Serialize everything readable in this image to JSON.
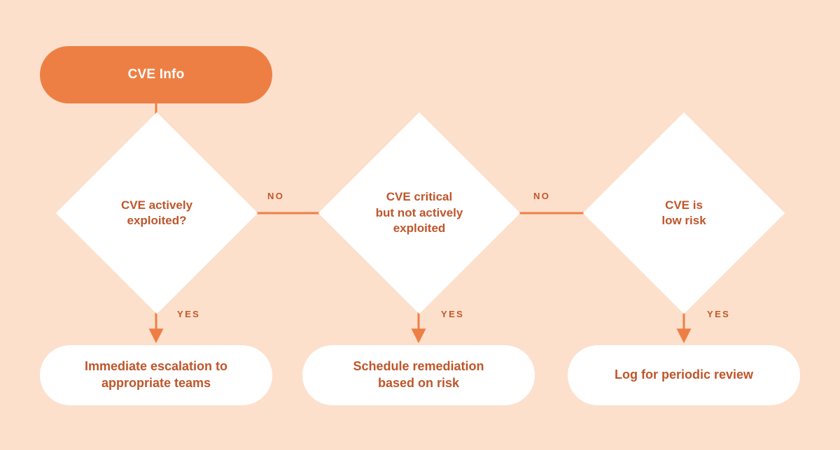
{
  "diagram": {
    "title": "CVE Info",
    "background_color": "#fce0cc",
    "accent_color": "#ee7f44",
    "text_color": "#bf552a",
    "start_node": {
      "id": "cve-info",
      "label": "CVE Info",
      "shape": "rounded-pill",
      "fill": "#ee7f44",
      "text_color": "#ffffff"
    },
    "decisions": [
      {
        "id": "decision-actively-exploited",
        "label": "CVE actively\nexploited?",
        "shape": "diamond",
        "fill": "#ffffff"
      },
      {
        "id": "decision-critical-not-exploited",
        "label": "CVE critical\nbut not actively\nexploited",
        "shape": "diamond",
        "fill": "#ffffff"
      },
      {
        "id": "decision-low-risk",
        "label": "CVE is\nlow risk",
        "shape": "diamond",
        "fill": "#ffffff"
      }
    ],
    "outcomes": [
      {
        "id": "outcome-immediate-escalation",
        "label": "Immediate escalation to\nappropriate teams",
        "shape": "rounded-pill",
        "fill": "#ffffff"
      },
      {
        "id": "outcome-schedule-remediation",
        "label": "Schedule remediation\nbased on risk",
        "shape": "rounded-pill",
        "fill": "#ffffff"
      },
      {
        "id": "outcome-log-periodic-review",
        "label": "Log for periodic review",
        "shape": "rounded-pill",
        "fill": "#ffffff"
      }
    ],
    "edge_labels": {
      "no_1": "NO",
      "no_2": "NO",
      "yes_1": "YES",
      "yes_2": "YES",
      "yes_3": "YES"
    }
  }
}
